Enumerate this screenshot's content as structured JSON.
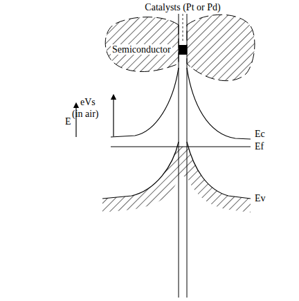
{
  "diagram": {
    "labels": [
      "Catalysts (Pt or Pd)",
      "Semiconductor",
      "E",
      "eVs",
      "(in air)",
      "Ec",
      "Ef",
      "Ev"
    ]
  }
}
